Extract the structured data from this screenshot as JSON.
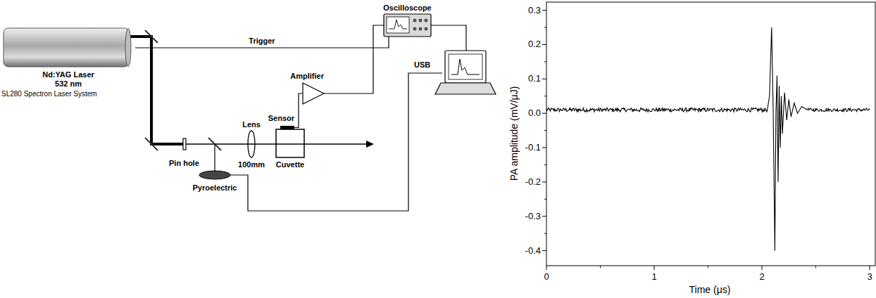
{
  "diagram": {
    "nodes": [
      {
        "text": [
          "Nd:YAG Laser 532 nm",
          "SL280 Spectron Laser System"
        ]
      },
      {
        "text": [
          "Oscilloscope"
        ]
      },
      {
        "text": [
          "Amplifier"
        ]
      },
      {
        "text": [
          "Sensor"
        ]
      },
      {
        "text": [
          "Cuvette"
        ]
      },
      {
        "text": [
          "Pyroelectric"
        ]
      }
    ],
    "edges": [
      {
        "from": 0,
        "to": 1,
        "arrow": "none",
        "label": "Trigger"
      },
      {
        "from": 3,
        "to": 2,
        "arrow": "none"
      },
      {
        "from": 2,
        "to": 1,
        "arrow": "none"
      }
    ],
    "labels": [
      "Pin hole",
      "Lens",
      "100mm",
      "USB",
      "0.3",
      "0.2",
      "0.1",
      "0.0",
      "-0.1",
      "-0.2",
      "-0.3",
      "-0.4",
      "0",
      "1",
      "2",
      "3",
      "PA amplitude (mV/μJ)",
      "Time (μs)"
    ]
  }
}
